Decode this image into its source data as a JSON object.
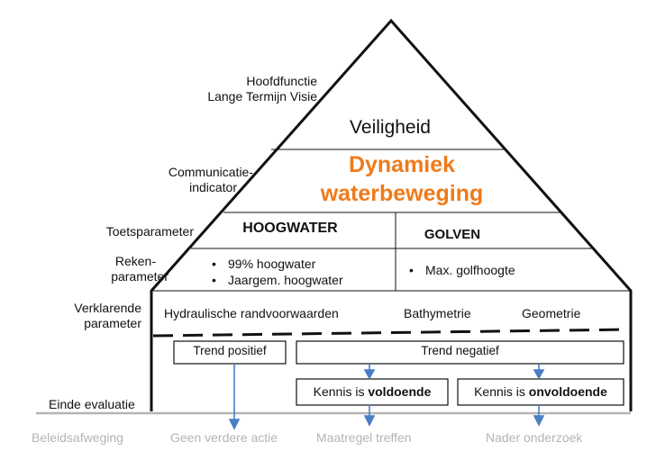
{
  "left_labels": {
    "hoofdfunctie": [
      "Hoofdfunctie",
      "Lange Termijn Visie"
    ],
    "communicatie": [
      "Communicatie-",
      "indicator"
    ],
    "toetsparameter": "Toetsparameter",
    "rekenparameter": [
      "Reken-",
      "parameter"
    ],
    "verklarende": [
      "Verklarende",
      "parameter"
    ],
    "einde": "Einde evaluatie"
  },
  "pyramid": {
    "veiligheid": "Veiligheid",
    "dynamiek": [
      "Dynamiek",
      "waterbeweging"
    ],
    "hoogwater": "HOOGWATER",
    "golven": "GOLVEN",
    "hoogwater_items": [
      "99% hoogwater",
      "Jaargem. hoogwater"
    ],
    "golven_items": [
      "Max. golfhoogte"
    ],
    "verklarend": [
      "Hydraulische randvoorwaarden",
      "Bathymetrie",
      "Geometrie"
    ],
    "trend_positief": "Trend positief",
    "trend_negatief": "Trend negatief",
    "kennis_voldoende": {
      "prefix": "Kennis is ",
      "bold": "voldoende"
    },
    "kennis_onvoldoende": {
      "prefix": "Kennis is ",
      "bold": "onvoldoende"
    }
  },
  "bottom_labels": [
    "Beleidsafweging",
    "Geen verdere actie",
    "Maatregel treffen",
    "Nader onderzoek"
  ],
  "colors": {
    "accent": "#f07a1a",
    "arrow": "#4a7ec4",
    "grey_text": "#b4b4b4",
    "line": "#111111"
  }
}
